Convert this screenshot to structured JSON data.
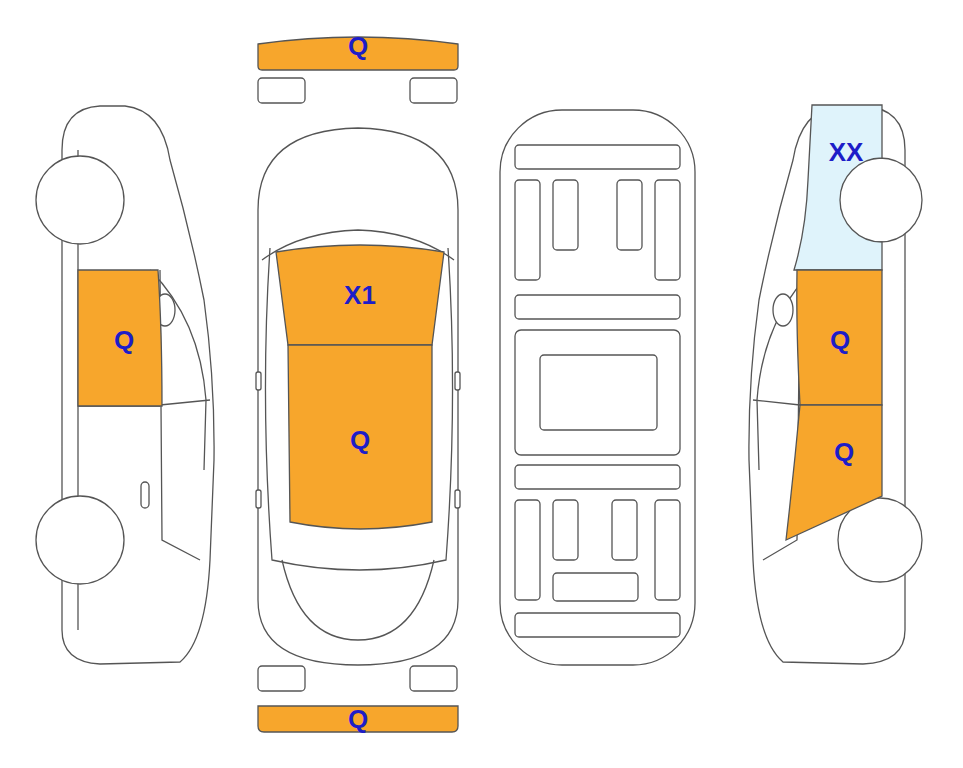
{
  "diagram": {
    "nodes": [
      {
        "text": [
          "Q"
        ]
      },
      {
        "text": [
          "XX"
        ]
      },
      {
        "text": [
          "X1"
        ]
      },
      {
        "text": [
          "Q"
        ]
      },
      {
        "text": [
          "Q"
        ]
      },
      {
        "text": [
          "Q"
        ]
      },
      {
        "text": [
          "Q"
        ]
      },
      {
        "text": [
          "Q"
        ]
      }
    ]
  }
}
